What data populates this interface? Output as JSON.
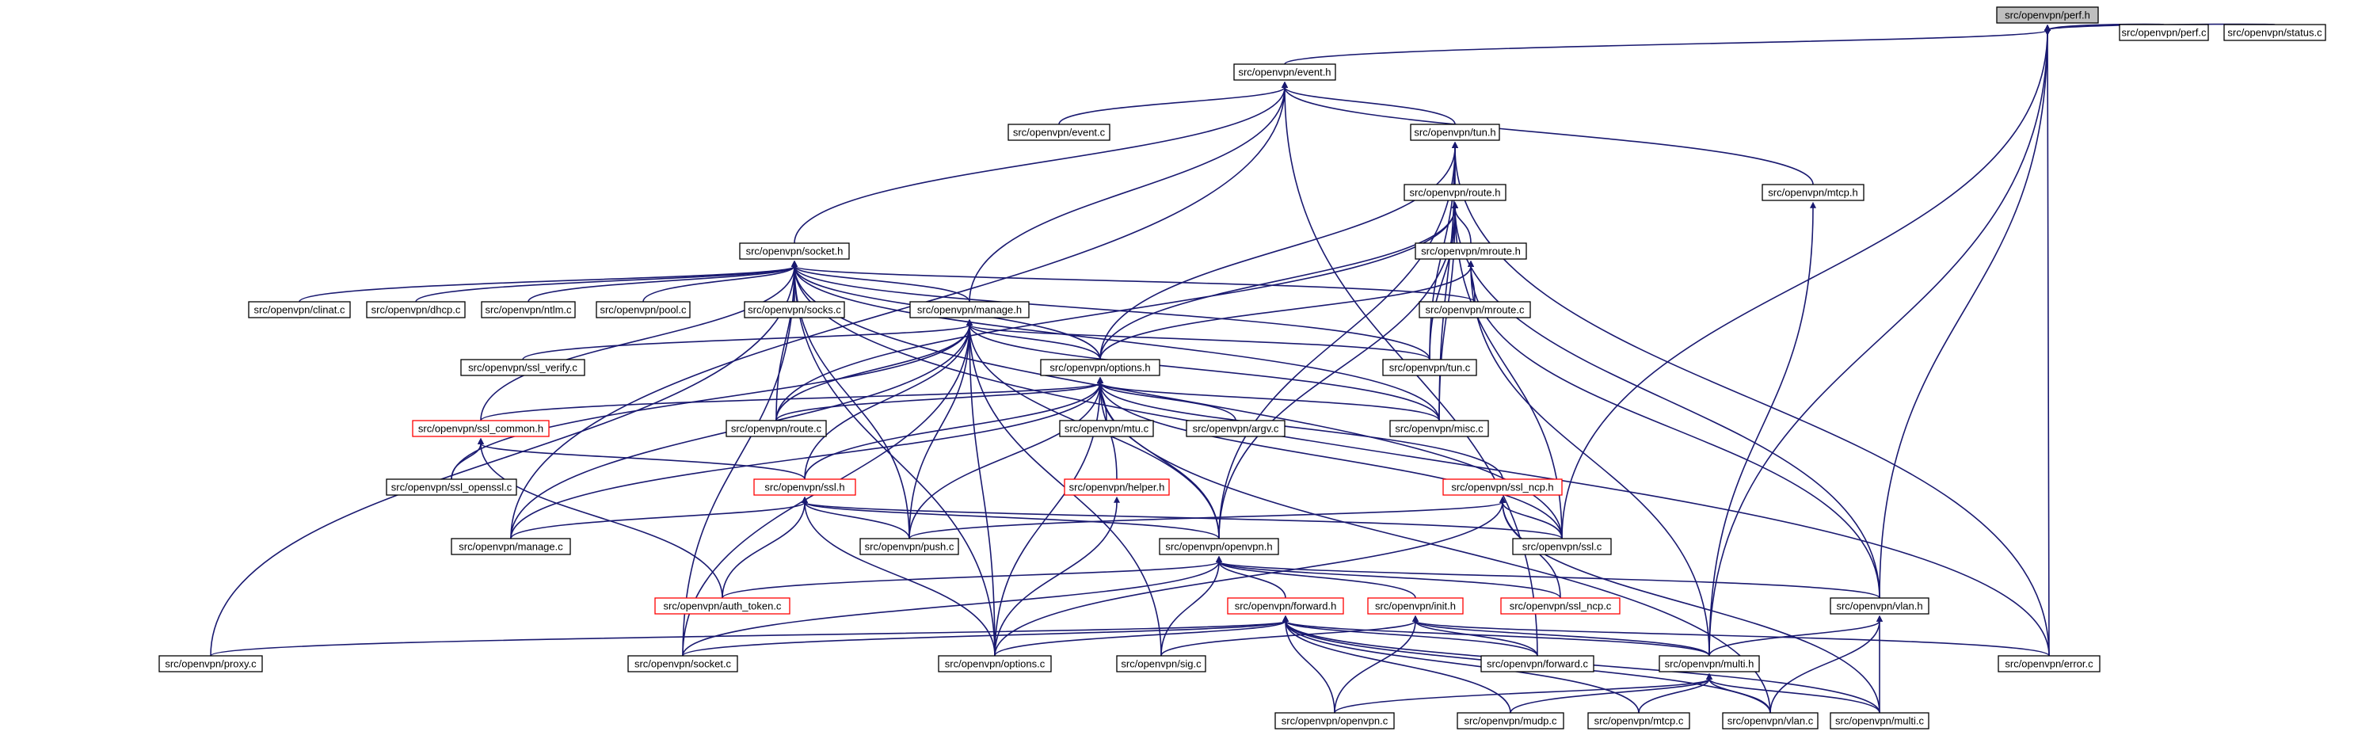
{
  "graph": {
    "colors": {
      "edge": "#191970",
      "box_border": "#000000",
      "box_border_incomplete": "#ff0000",
      "root_fill": "#bfbfbf",
      "background": "#ffffff"
    },
    "nodes": [
      {
        "id": "perf_h",
        "label": "src/openvpn/perf.h",
        "root": true
      },
      {
        "id": "event_h",
        "label": "src/openvpn/event.h"
      },
      {
        "id": "perf_c",
        "label": "src/openvpn/perf.c"
      },
      {
        "id": "status_c",
        "label": "src/openvpn/status.c"
      },
      {
        "id": "event_c",
        "label": "src/openvpn/event.c"
      },
      {
        "id": "tun_h",
        "label": "src/openvpn/tun.h"
      },
      {
        "id": "route_h",
        "label": "src/openvpn/route.h"
      },
      {
        "id": "mtcp_h",
        "label": "src/openvpn/mtcp.h"
      },
      {
        "id": "socket_h",
        "label": "src/openvpn/socket.h"
      },
      {
        "id": "mroute_h",
        "label": "src/openvpn/mroute.h"
      },
      {
        "id": "clinat_c",
        "label": "src/openvpn/clinat.c"
      },
      {
        "id": "dhcp_c",
        "label": "src/openvpn/dhcp.c"
      },
      {
        "id": "ntlm_c",
        "label": "src/openvpn/ntlm.c"
      },
      {
        "id": "pool_c",
        "label": "src/openvpn/pool.c"
      },
      {
        "id": "socks_c",
        "label": "src/openvpn/socks.c"
      },
      {
        "id": "manage_h",
        "label": "src/openvpn/manage.h"
      },
      {
        "id": "mroute_c",
        "label": "src/openvpn/mroute.c"
      },
      {
        "id": "ssl_verify_c",
        "label": "src/openvpn/ssl_verify.c"
      },
      {
        "id": "tun_c",
        "label": "src/openvpn/tun.c"
      },
      {
        "id": "options_h",
        "label": "src/openvpn/options.h"
      },
      {
        "id": "ssl_common_h",
        "label": "src/openvpn/ssl_common.h",
        "red": true
      },
      {
        "id": "route_c",
        "label": "src/openvpn/route.c"
      },
      {
        "id": "mtu_c",
        "label": "src/openvpn/mtu.c"
      },
      {
        "id": "argv_c",
        "label": "src/openvpn/argv.c"
      },
      {
        "id": "misc_c",
        "label": "src/openvpn/misc.c"
      },
      {
        "id": "ssl_openssl_c",
        "label": "src/openvpn/ssl_openssl.c"
      },
      {
        "id": "ssl_h",
        "label": "src/openvpn/ssl.h",
        "red": true
      },
      {
        "id": "helper_h",
        "label": "src/openvpn/helper.h",
        "red": true
      },
      {
        "id": "ssl_ncp_h",
        "label": "src/openvpn/ssl_ncp.h",
        "red": true
      },
      {
        "id": "manage_c",
        "label": "src/openvpn/manage.c"
      },
      {
        "id": "push_c",
        "label": "src/openvpn/push.c"
      },
      {
        "id": "openvpn_h",
        "label": "src/openvpn/openvpn.h"
      },
      {
        "id": "ssl_c",
        "label": "src/openvpn/ssl.c"
      },
      {
        "id": "auth_token_c",
        "label": "src/openvpn/auth_token.c",
        "red": true
      },
      {
        "id": "forward_h",
        "label": "src/openvpn/forward.h",
        "red": true
      },
      {
        "id": "init_h",
        "label": "src/openvpn/init.h",
        "red": true
      },
      {
        "id": "ssl_ncp_c",
        "label": "src/openvpn/ssl_ncp.c",
        "red": true
      },
      {
        "id": "vlan_h",
        "label": "src/openvpn/vlan.h"
      },
      {
        "id": "proxy_c",
        "label": "src/openvpn/proxy.c"
      },
      {
        "id": "socket_c",
        "label": "src/openvpn/socket.c"
      },
      {
        "id": "options_c",
        "label": "src/openvpn/options.c"
      },
      {
        "id": "sig_c",
        "label": "src/openvpn/sig.c"
      },
      {
        "id": "forward_c",
        "label": "src/openvpn/forward.c"
      },
      {
        "id": "multi_h",
        "label": "src/openvpn/multi.h"
      },
      {
        "id": "error_c",
        "label": "src/openvpn/error.c"
      },
      {
        "id": "openvpn_c",
        "label": "src/openvpn/openvpn.c"
      },
      {
        "id": "mudp_c",
        "label": "src/openvpn/mudp.c"
      },
      {
        "id": "mtcp_c",
        "label": "src/openvpn/mtcp.c"
      },
      {
        "id": "vlan_c",
        "label": "src/openvpn/vlan.c"
      },
      {
        "id": "multi_c",
        "label": "src/openvpn/multi.c"
      }
    ],
    "edges": [
      [
        "perf_h",
        "event_h"
      ],
      [
        "perf_h",
        "perf_c"
      ],
      [
        "perf_h",
        "status_c"
      ],
      [
        "perf_h",
        "ssl_c"
      ],
      [
        "perf_h",
        "multi_h"
      ],
      [
        "perf_h",
        "error_c"
      ],
      [
        "perf_h",
        "vlan_h"
      ],
      [
        "event_h",
        "event_c"
      ],
      [
        "event_h",
        "tun_h"
      ],
      [
        "event_h",
        "mtcp_h"
      ],
      [
        "event_h",
        "socket_h"
      ],
      [
        "event_h",
        "manage_h"
      ],
      [
        "event_h",
        "manage_c"
      ],
      [
        "event_h",
        "forward_c"
      ],
      [
        "tun_h",
        "route_h"
      ],
      [
        "tun_h",
        "options_h"
      ],
      [
        "tun_h",
        "tun_c"
      ],
      [
        "tun_h",
        "misc_c"
      ],
      [
        "tun_h",
        "openvpn_h"
      ],
      [
        "tun_h",
        "error_c"
      ],
      [
        "route_h",
        "mroute_h"
      ],
      [
        "route_h",
        "options_h"
      ],
      [
        "route_h",
        "route_c"
      ],
      [
        "route_h",
        "tun_c"
      ],
      [
        "route_h",
        "misc_c"
      ],
      [
        "route_h",
        "openvpn_h"
      ],
      [
        "route_h",
        "ssl_c"
      ],
      [
        "route_h",
        "vlan_h"
      ],
      [
        "mtcp_h",
        "multi_h"
      ],
      [
        "socket_h",
        "clinat_c"
      ],
      [
        "socket_h",
        "dhcp_c"
      ],
      [
        "socket_h",
        "ntlm_c"
      ],
      [
        "socket_h",
        "pool_c"
      ],
      [
        "socket_h",
        "socks_c"
      ],
      [
        "socket_h",
        "manage_h"
      ],
      [
        "socket_h",
        "mroute_c"
      ],
      [
        "socket_h",
        "tun_c"
      ],
      [
        "socket_h",
        "options_h"
      ],
      [
        "socket_h",
        "misc_c"
      ],
      [
        "socket_h",
        "ssl_common_h"
      ],
      [
        "socket_h",
        "route_c"
      ],
      [
        "socket_h",
        "proxy_c"
      ],
      [
        "socket_h",
        "socket_c"
      ],
      [
        "socket_h",
        "options_c"
      ],
      [
        "socket_h",
        "push_c"
      ],
      [
        "socket_h",
        "ssl_c"
      ],
      [
        "socket_h",
        "error_c"
      ],
      [
        "mroute_h",
        "mroute_c"
      ],
      [
        "mroute_h",
        "options_h"
      ],
      [
        "mroute_h",
        "multi_h"
      ],
      [
        "mroute_h",
        "vlan_h"
      ],
      [
        "manage_h",
        "ssl_verify_c"
      ],
      [
        "manage_h",
        "options_h"
      ],
      [
        "manage_h",
        "tun_c"
      ],
      [
        "manage_h",
        "route_c"
      ],
      [
        "manage_h",
        "misc_c"
      ],
      [
        "manage_h",
        "ssl_openssl_c"
      ],
      [
        "manage_h",
        "manage_c"
      ],
      [
        "manage_h",
        "push_c"
      ],
      [
        "manage_h",
        "sig_c"
      ],
      [
        "manage_h",
        "socket_c"
      ],
      [
        "manage_h",
        "options_c"
      ],
      [
        "manage_h",
        "ssl_h"
      ],
      [
        "manage_h",
        "openvpn_h"
      ],
      [
        "options_h",
        "ssl_common_h"
      ],
      [
        "options_h",
        "route_c"
      ],
      [
        "options_h",
        "mtu_c"
      ],
      [
        "options_h",
        "argv_c"
      ],
      [
        "options_h",
        "misc_c"
      ],
      [
        "options_h",
        "helper_h"
      ],
      [
        "options_h",
        "ssl_ncp_h"
      ],
      [
        "options_h",
        "ssl_h"
      ],
      [
        "options_h",
        "manage_c"
      ],
      [
        "options_h",
        "push_c"
      ],
      [
        "options_h",
        "openvpn_h"
      ],
      [
        "options_h",
        "options_c"
      ],
      [
        "options_h",
        "ssl_c"
      ],
      [
        "options_h",
        "vlan_c"
      ],
      [
        "ssl_common_h",
        "ssl_openssl_c"
      ],
      [
        "ssl_common_h",
        "ssl_h"
      ],
      [
        "ssl_common_h",
        "auth_token_c"
      ],
      [
        "helper_h",
        "options_c"
      ],
      [
        "ssl_h",
        "manage_c"
      ],
      [
        "ssl_h",
        "push_c"
      ],
      [
        "ssl_h",
        "openvpn_h"
      ],
      [
        "ssl_h",
        "auth_token_c"
      ],
      [
        "ssl_h",
        "options_c"
      ],
      [
        "ssl_h",
        "ssl_c"
      ],
      [
        "ssl_ncp_h",
        "push_c"
      ],
      [
        "ssl_ncp_h",
        "ssl_c"
      ],
      [
        "ssl_ncp_h",
        "options_c"
      ],
      [
        "ssl_ncp_h",
        "ssl_ncp_c"
      ],
      [
        "ssl_ncp_h",
        "multi_c"
      ],
      [
        "openvpn_h",
        "forward_h"
      ],
      [
        "openvpn_h",
        "init_h"
      ],
      [
        "openvpn_h",
        "ssl_ncp_c"
      ],
      [
        "openvpn_h",
        "auth_token_c"
      ],
      [
        "openvpn_h",
        "socket_c"
      ],
      [
        "openvpn_h",
        "sig_c"
      ],
      [
        "openvpn_h",
        "vlan_h"
      ],
      [
        "forward_h",
        "proxy_c"
      ],
      [
        "forward_h",
        "socket_c"
      ],
      [
        "forward_h",
        "options_c"
      ],
      [
        "forward_h",
        "forward_c"
      ],
      [
        "forward_h",
        "multi_h"
      ],
      [
        "forward_h",
        "openvpn_c"
      ],
      [
        "forward_h",
        "mudp_c"
      ],
      [
        "forward_h",
        "mtcp_c"
      ],
      [
        "forward_h",
        "vlan_c"
      ],
      [
        "forward_h",
        "multi_c"
      ],
      [
        "init_h",
        "sig_c"
      ],
      [
        "init_h",
        "forward_c"
      ],
      [
        "init_h",
        "multi_h"
      ],
      [
        "init_h",
        "error_c"
      ],
      [
        "init_h",
        "openvpn_c"
      ],
      [
        "vlan_h",
        "multi_h"
      ],
      [
        "vlan_h",
        "vlan_c"
      ],
      [
        "vlan_h",
        "multi_c"
      ],
      [
        "multi_h",
        "openvpn_c"
      ],
      [
        "multi_h",
        "mudp_c"
      ],
      [
        "multi_h",
        "mtcp_c"
      ],
      [
        "multi_h",
        "vlan_c"
      ],
      [
        "multi_h",
        "multi_c"
      ]
    ]
  }
}
